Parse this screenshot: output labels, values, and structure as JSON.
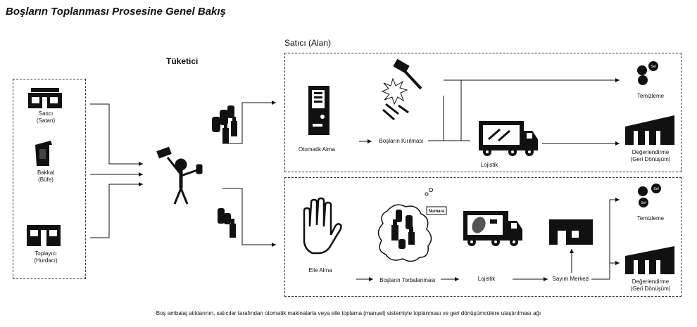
{
  "title": "Boşların Toplanması Prosesine Genel Bakış",
  "consumer_label": "Tüketici",
  "seller_label": "Satıcı (Alan)",
  "sources": [
    {
      "name": "Satıcı",
      "sub": "(Satan)"
    },
    {
      "name": "Bakkal",
      "sub": "(Büfe)"
    },
    {
      "name": "Toplayıcı",
      "sub": "(Hurdacı)"
    }
  ],
  "top_flow": {
    "auto_collect": "Otomatik Alma",
    "crushing": "Boşların Kırılması",
    "logistics": "Lojistik",
    "cleaning": "Temizleme",
    "recycling": "Değerlendirme",
    "recycling_sub": "(Geri Dönüşüm)"
  },
  "bottom_flow": {
    "manual_collect": "Elle Alma",
    "bagging": "Boşların Torbalanması",
    "bag_tag": "Numara",
    "logistics": "Lojistik",
    "counting": "Sayım Merkezi",
    "cleaning": "Temizleme",
    "recycling": "Değerlendirme",
    "recycling_sub": "(Geri Dönüşüm)"
  },
  "ball_labels": [
    "Sel",
    "Sel",
    "Sel"
  ],
  "caption": "Boş  ambalaj atıklarının, satıcılar tarafından otomatik makinalarla veya elle toplama (manuel) sistemiyle toplanması ve geri dönüşümcülere ulaştırılması ağı"
}
